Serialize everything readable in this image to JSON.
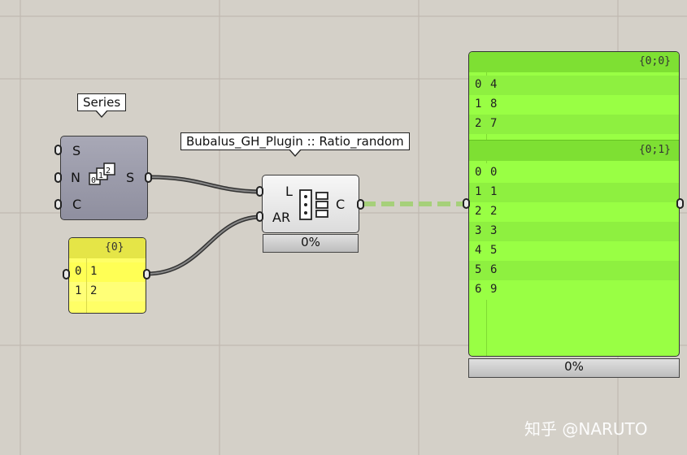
{
  "series_tooltip": "Series",
  "ratio_tooltip": "Bubalus_GH_Plugin :: Ratio_random",
  "series_component": {
    "inputs": [
      "S",
      "N",
      "C"
    ],
    "output": "S"
  },
  "ratio_component": {
    "inputs": [
      "L",
      "AR"
    ],
    "output": "C",
    "progress": "0%"
  },
  "yellow_panel": {
    "path": "{0}",
    "rows": [
      {
        "index": "0",
        "value": "1"
      },
      {
        "index": "1",
        "value": "2"
      }
    ]
  },
  "green_panel": {
    "branches": [
      {
        "path": "{0;0}",
        "rows": [
          {
            "index": "0",
            "value": "4"
          },
          {
            "index": "1",
            "value": "8"
          },
          {
            "index": "2",
            "value": "7"
          }
        ]
      },
      {
        "path": "{0;1}",
        "rows": [
          {
            "index": "0",
            "value": "0"
          },
          {
            "index": "1",
            "value": "1"
          },
          {
            "index": "2",
            "value": "2"
          },
          {
            "index": "3",
            "value": "3"
          },
          {
            "index": "4",
            "value": "5"
          },
          {
            "index": "5",
            "value": "6"
          },
          {
            "index": "6",
            "value": "9"
          }
        ]
      }
    ],
    "progress": "0%"
  },
  "watermark": "知乎 @NARUTO",
  "colors": {
    "canvas": "#d4d0c8",
    "grid": "#bdb5ad",
    "yellow": "#ffff66",
    "green": "#99ff44",
    "series_body": "#9d9dab",
    "wire": "#555555",
    "data_wire": "#a6d07a"
  }
}
